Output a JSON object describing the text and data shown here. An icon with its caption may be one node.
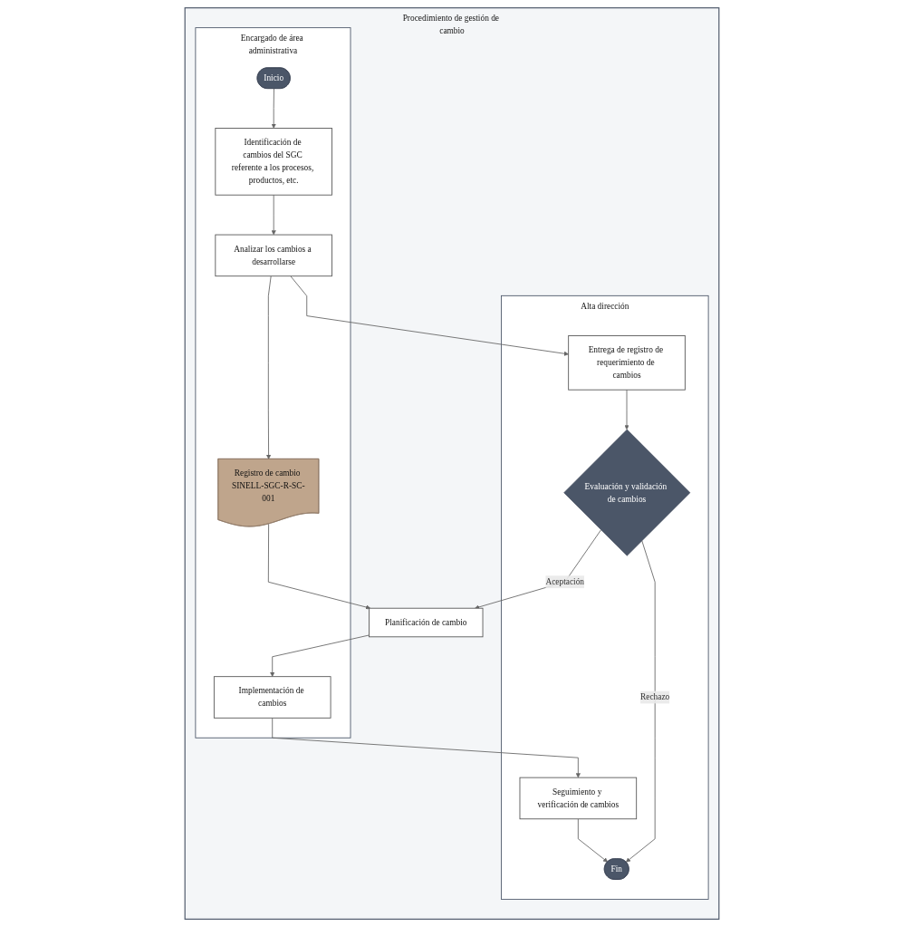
{
  "diagram": {
    "nodes": [
      {
        "text": [
          "Procedimiento de gestión de cambio"
        ]
      },
      {
        "text": [
          "Encargado de área administrativa"
        ],
        "in": 0
      },
      {
        "text": [
          "Alta dirección"
        ],
        "in": 0
      },
      {
        "text": [
          "Inicio"
        ],
        "in": 1
      },
      {
        "text": [
          "Identificación de cambios del SGC referente a los procesos, productos, etc."
        ],
        "in": 1
      },
      {
        "text": [
          "Analizar los cambios a desarrollarse"
        ],
        "in": 1
      },
      {
        "text": [
          "Registro de cambio SINELL-SGC-R-SC-001"
        ],
        "in": 1
      },
      {
        "text": [
          "Implementación de cambios"
        ],
        "in": 1
      },
      {
        "text": [
          "Planificación de cambio"
        ],
        "in": 0
      },
      {
        "text": [
          "Entrega de registro de requerimiento de cambios"
        ],
        "in": 2
      },
      {
        "text": [
          "Evaluación y validación de cambios"
        ],
        "in": 2
      },
      {
        "text": [
          "Seguimiento y verificación de cambios"
        ],
        "in": 2
      },
      {
        "text": [
          "Fin"
        ],
        "in": 2
      }
    ],
    "edges": [
      {
        "from": 3,
        "to": 4,
        "arrow": "to"
      },
      {
        "from": 4,
        "to": 5,
        "arrow": "to"
      },
      {
        "from": 5,
        "to": 6,
        "arrow": "to"
      },
      {
        "from": 6,
        "to": 8,
        "arrow": "to"
      },
      {
        "from": 5,
        "to": 9,
        "arrow": "to"
      },
      {
        "from": 9,
        "to": 10,
        "arrow": "to"
      },
      {
        "from": 10,
        "to": 8,
        "label": "Aceptación",
        "arrow": "to"
      },
      {
        "from": 8,
        "to": 7,
        "arrow": "to"
      },
      {
        "from": 7,
        "to": 11,
        "arrow": "to"
      },
      {
        "from": 11,
        "to": 12,
        "arrow": "to"
      },
      {
        "from": 10,
        "to": 12,
        "label": "Rechazo",
        "arrow": "to"
      }
    ]
  }
}
